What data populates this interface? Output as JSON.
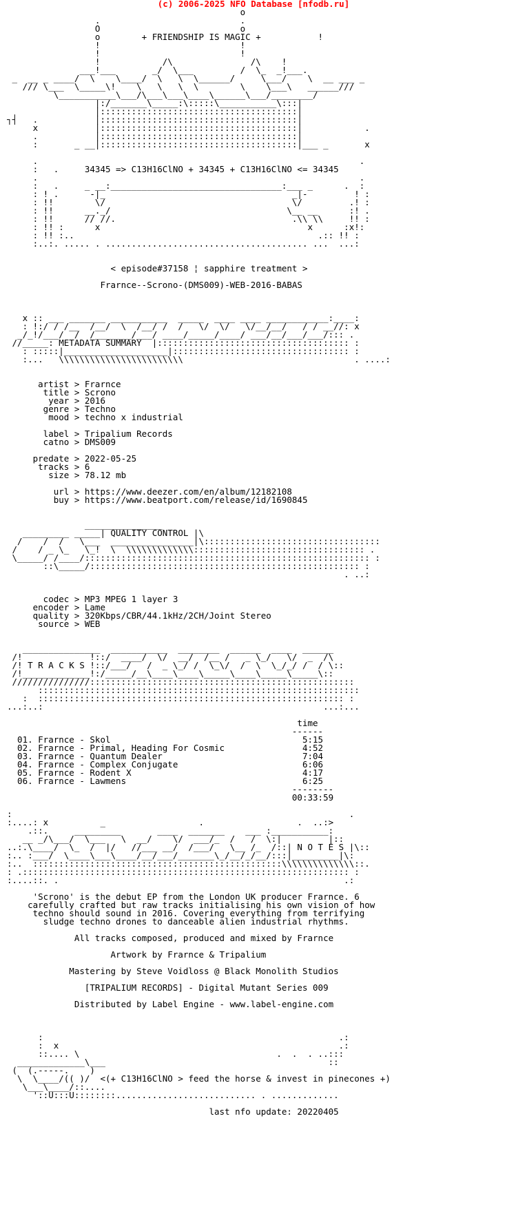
{
  "header": "(c) 2006-2025 NFO Database [nfodb.ru]",
  "colors": {
    "header": "#ff0000",
    "text": "#000000",
    "background": "#ffffff"
  },
  "lines": [
    "                                             o",
    "                 .                           .",
    "                 O                           o",
    "                 o        + FRIENDSHIP IS MAGIC +           !",
    "                 !                           !",
    "                 !                           !",
    "                 !            /\\               /\\    !",
    "              ___!___       _/  \\___         /  \\_  _!___.",
    " _  __ _ ____/  \\    \\____/  \\   \\  \\______/     \\___/    \\  __ ___ _",
    "   /// \\___  \\_____\\!    \\   \\   \\  \\        \\    \\___\\   ______/// ",
    "         \\___________\\___/\\___\\___\\____\\______\\___/________/",
    "                 |:/_______\\_____:\\:::::\\___________\\:::|",
    "                 |::::::::::::::::::::::::::::::::::::::|",
    "┐┤   .           |::::::::::::::::::::::::::::::::::::::|",
    "     x           |::::::::::::::::::::::::::::::::::::::|            .",
    "     .           |::::::::::::::::::::::::::::::::::::::|",
    "     :       _ __|::::::::::::::::::::::::::::::::::::::|___ _       x",
    "",
    "     .                                                              .",
    "     :   .     34345 => C13H16ClNO + 34345 + C13H16ClNO <= 34345",
    "     .                                                              .",
    "     :   .     _ __:_________________________________:___ _      .  :",
    "     : ! .      -|_                                    _|-         ! :",
    "     : !!        \\/                                    \\/         .! :",
    "     : !!      __._/                                  \\__ __      :! .",
    "     : !!      // //.                                  .\\\\ \\\\     !! :",
    "     : !! :      x                                        x      :x!:",
    "     : !! :..                                               .:: !! :",
    "     :..:. ..... . ....................................... ...  ...:",
    "",
    "",
    "                    < episode#37158 ¦ sapphire treatment >",
    "",
    "                  Frarnce--Scrono-(DMS009)-WEB-2016-BABAS",
    "",
    "",
    "",
    "   x :: ___ _______ ___________  _____  ____ ____ ____________:____:",
    "   : !:/ / /__  /__/  \\  /__/ /  /   \\/  \\/   \\/__/__/   / / __//: x",
    "  _/_!/___/  /  /_______/___/ ____/_____/____/ ___/__/___/___/::: .",
    " //_____: METADATA SUMMARY  |::::::::::::::::::::::::::::::::::::: :",
    "   : :::::|____________________|:::::::::::::::::::::::::::::::::: :",
    "   :...   \\\\\\\\\\\\\\\\\\\\\\\\\\\\\\\\\\\\\\\\\\\\\\\\                                 . ....:",
    "",
    "",
    "      artist > Frarnce",
    "       title > Scrono",
    "        year > 2016",
    "       genre > Techno",
    "        mood > techno x industrial",
    "",
    "       label > Tripalium Records",
    "       catno > DMS009",
    "",
    "     predate > 2022-05-25",
    "      tracks > 6",
    "        size > 78.12 mb",
    "",
    "         url > https://www.deezer.com/en/album/12182108",
    "         buy > https://www.beatport.com/release/id/1690845",
    "",
    "",
    "               _______________",
    "   _________ _____| QUALITY CONTROL |\\",
    "  /    /  /   \\___  ________________|\\::::::::::::::::::::::::::::::::::",
    " /    / _ \\_   \\_!  \\  \\\\\\\\\\\\\\\\\\\\\\\\\\::::::::::::::::::::::::::::::::: .",
    " \\_____/ /____/::::::::::::::::::::::::::::::::::::::::::::::::::::::: :",
    "       ::\\_____/:::::::::::::::::::::::::::::::::::::::::::::::::::: :",
    "                                                                 . ..:",
    "",
    "",
    "       codec > MP3 MPEG 1 layer 3",
    "     encoder > Lame",
    "     quality > 320Kbps/CBR/44.1kHz/2CH/Joint Stereo",
    "      source > WEB",
    "",
    "",
    "   _______________  ___________  ________  ______  ____  ______",
    " /!             !::/  ____/  \\/  __/  /__ /   _ \\_/   \\/  _  /\\",
    " /! T R A C K S !::/___/   /  _ \\_/ /  \\_\\/  /  \\  \\_/_/ /  / \\::",
    " /!_____________!:/_____/__\\____\\____\\_____\\____\\_____\\_____\\::",
    " ///////////////:::::::::::::::::::::::::::::::::::::::::::::::::::",
    "      ::::::::::::::::::::::::::::::::::::::::::::::::::::::::::::::",
    "   :  ::::::::::::::::::::::::::::::::::::::::::::::::::::::::::: :",
    "...:..:                                                      ...:...",
    "",
    "                                                        time",
    "                                                       ------",
    "  01. Frarnce - Skol                                     5:15",
    "  02. Frarnce - Primal, Heading For Cosmic               4:52",
    "  03. Frarnce - Quantum Dealer                           7:04",
    "  04. Frarnce - Complex Conjugate                        6:06",
    "  05. Frarnce - Rodent X                                 4:17",
    "  06. Frarnce - Lawmens                                  6:25",
    "                                                       --------",
    "                                                       00:33:59",
    "",
    ":                                                                 .",
    ":....: x          _                  .                  .  ..:>",
    "    .::.     _________       ____  _______    ___ :___________:",
    "   __ _/\\___/  \\___   \\  __/    \\/  ___/_  /   /  \\:|         |::",
    "..:.\\____/  \\_  /  |/   //___ __/  /___/   \\__ /_  /::| N O T E S |\\::",
    ":.. :___/  \\____\\___\\____/__/___/_______\\_/__/_/__/:::|_________|\\:",
    ":..  ::::::::::::::::::::::::::::::::::::::::::::::::\\\\\\\\\\\\\\\\\\\\\\\\\\\\::.",
    ": .::::::::::::::::::::::::::::::::::::::::::::::::::::::::::::::: :",
    ":....::. .                                                       .:",
    "",
    "     'Scrono' is the debut EP from the London UK producer Frarnce. 6",
    "    carefully crafted but raw tracks initialising his own vision of how",
    "     techno should sound in 2016. Covering everything from terrifying",
    "       sludge techno drones to danceable alien industrial rhythms.",
    "",
    "             All tracks composed, produced and mixed by Frarnce",
    "",
    "                    Artwork by Frarnce & Tripalium",
    "",
    "            Mastering by Steve Voidloss @ Black Monolith Studios",
    "",
    "               [TRIPALIUM RECORDS] - Digital Mutant Series 009",
    "",
    "             Distributed by Label Engine - www.label-engine.com",
    "",
    "",
    "",
    "      :                                                         .:",
    "      :  x                                                      .:",
    "      ::.... \\                                      .  .  . ..:::",
    "  _____________\\___                                           ::",
    " (  (.-----.    )",
    "  \\  \\____/(( )/  <(+ C13H16ClNO > feed the horse & invest in pinecones +)",
    "   \\___\\____/::....",
    "     '::U:::U::::::::........................... . .............",
    "",
    "                                       last nfo update: 20220405"
  ]
}
